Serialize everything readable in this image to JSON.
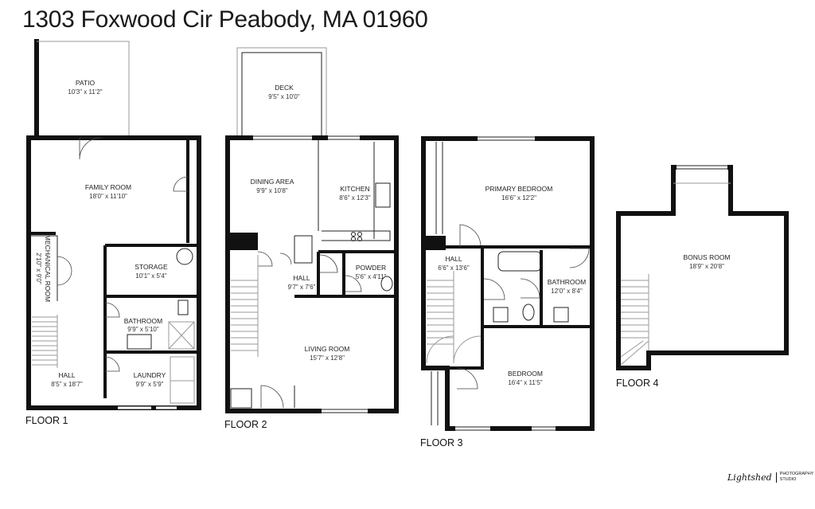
{
  "title": "1303 Foxwood Cir Peabody, MA 01960",
  "floors": [
    {
      "label": "FLOOR 1",
      "rooms": [
        {
          "name": "PATIO",
          "dims": "10'3\" x 11'2\""
        },
        {
          "name": "FAMILY ROOM",
          "dims": "18'0\" x 11'10\""
        },
        {
          "name": "MECHANICAL ROOM",
          "dims": "2'10\" x 9'0\""
        },
        {
          "name": "STORAGE",
          "dims": "10'1\" x 5'4\""
        },
        {
          "name": "BATHROOM",
          "dims": "9'9\" x 5'10\""
        },
        {
          "name": "LAUNDRY",
          "dims": "9'9\" x 5'9\""
        },
        {
          "name": "HALL",
          "dims": "8'5\" x 18'7\""
        }
      ]
    },
    {
      "label": "FLOOR 2",
      "rooms": [
        {
          "name": "DECK",
          "dims": "9'5\" x 10'0\""
        },
        {
          "name": "DINING AREA",
          "dims": "9'9\" x 10'8\""
        },
        {
          "name": "KITCHEN",
          "dims": "8'6\" x 12'3\""
        },
        {
          "name": "HALL",
          "dims": "9'7\" x 7'6\""
        },
        {
          "name": "POWDER",
          "dims": "5'6\" x 4'11\""
        },
        {
          "name": "LIVING ROOM",
          "dims": "15'7\" x 12'8\""
        }
      ]
    },
    {
      "label": "FLOOR 3",
      "rooms": [
        {
          "name": "PRIMARY BEDROOM",
          "dims": "16'6\" x 12'2\""
        },
        {
          "name": "HALL",
          "dims": "6'6\" x 13'6\""
        },
        {
          "name": "BATHROOM",
          "dims": "12'0\" x 8'4\""
        },
        {
          "name": "BEDROOM",
          "dims": "16'4\" x 11'5\""
        }
      ]
    },
    {
      "label": "FLOOR 4",
      "rooms": [
        {
          "name": "BONUS ROOM",
          "dims": "18'9\" x 20'8\""
        }
      ]
    }
  ],
  "logo": {
    "script": "Lightshed",
    "line1": "PHOTOGRAPHY",
    "line2": "STUDIO"
  }
}
